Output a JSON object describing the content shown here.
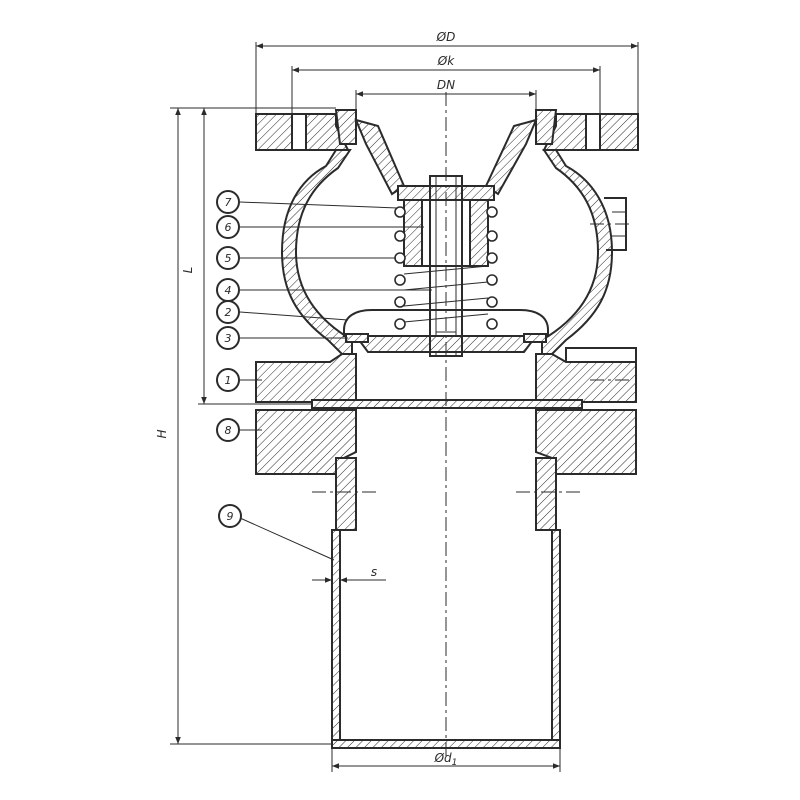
{
  "dimensions": {
    "outer_diameter": "ØD",
    "bolt_circle": "Øk",
    "nominal_diameter": "DN",
    "body_length": "L",
    "total_height": "H",
    "wall_thickness": "s",
    "pipe_diameter": "Ød",
    "pipe_diameter_subscript": "1"
  },
  "balloons": [
    "7",
    "6",
    "5",
    "4",
    "2",
    "3",
    "1",
    "8",
    "9"
  ]
}
